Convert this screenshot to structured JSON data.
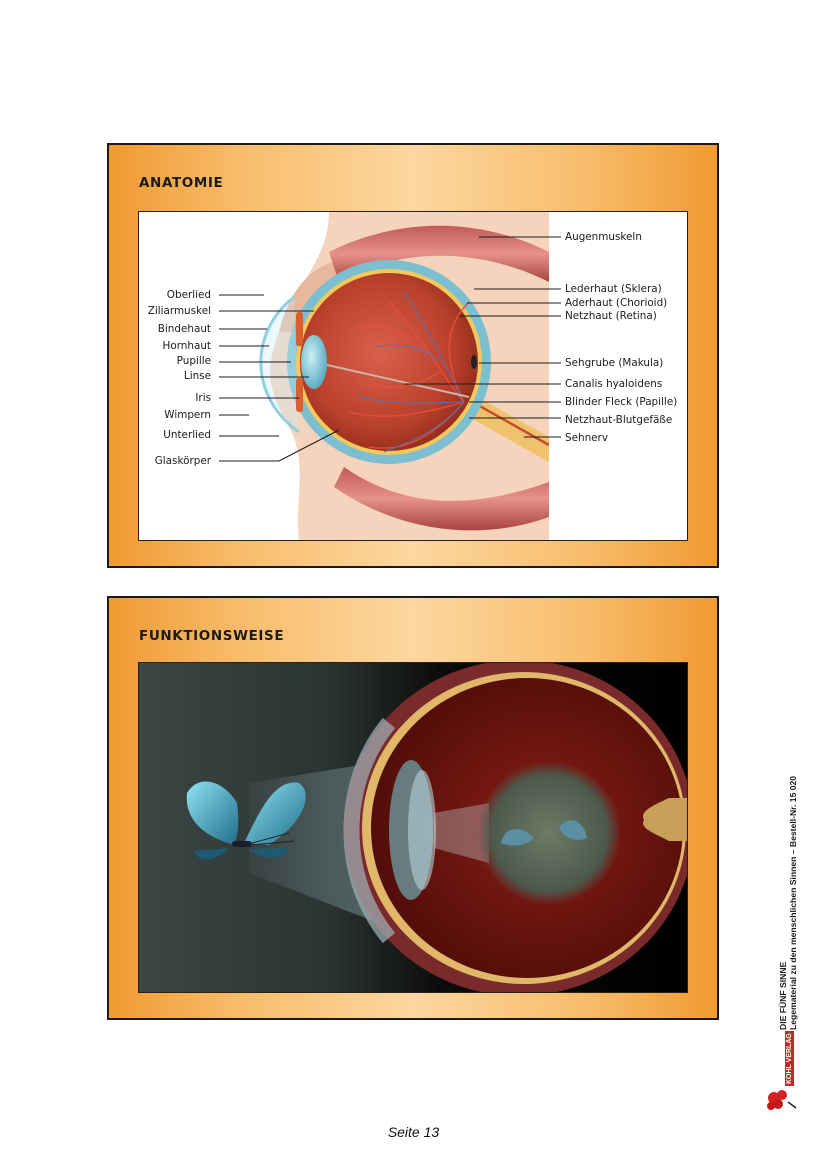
{
  "cards": [
    {
      "title": "ANATOMIE",
      "labels_left": [
        "Oberlied",
        "Ziliarmuskel",
        "Bindehaut",
        "Hornhaut",
        "Pupille",
        "Linse",
        "Iris",
        "Wimpern",
        "Unterlied",
        "Glaskörper"
      ],
      "labels_right": [
        "Augenmuskeln",
        "Lederhaut (Sklera)",
        "Aderhaut (Chorioid)",
        "Netzhaut (Retina)",
        "Sehgrube (Makula)",
        "Canalis hyaloidens",
        "Blinder Fleck (Papille)",
        "Netzhaut-Blutgefäße",
        "Sehnerv"
      ]
    },
    {
      "title": "FUNKTIONSWEISE"
    }
  ],
  "sidebar": {
    "line1": "DIE FÜNF SINNE",
    "line2": "Legematerial zu den menschlichen Sinnen  –  Bestell-Nr. 15 020",
    "logo_text": "KOHL VERLAG"
  },
  "footer": {
    "page": "Seite 13"
  },
  "colors": {
    "card_orange": "#f09a32",
    "card_light": "#fcd7a0",
    "eye_red": "#b23a24",
    "sclera_blue": "#7bbfd0"
  }
}
